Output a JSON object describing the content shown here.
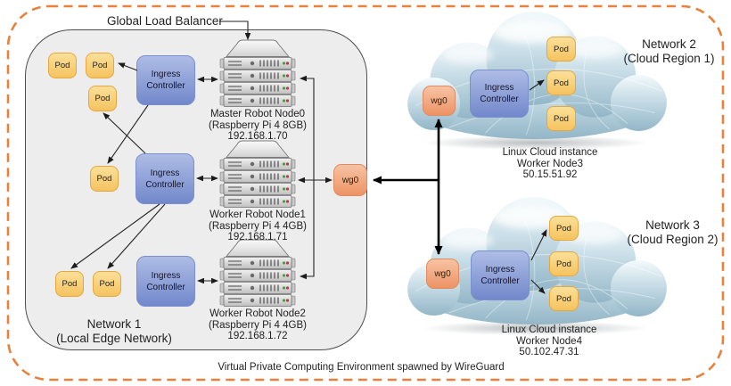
{
  "header": {
    "load_balancer": "Global Load Balancer"
  },
  "footer": {
    "caption": "Virtual Private Computing Environment spawned by WireGuard"
  },
  "colors": {
    "dashed_border": "#e8813b",
    "pod_fill": "#f8ce6f",
    "ingress_fill": "#8a9cd7",
    "wireguard_fill": "#f2a07a",
    "edge_network_fill": "#ededed",
    "cloud_fill": "#b9d0dc"
  },
  "network1": {
    "title1": "Network 1",
    "title2": "(Local Edge Network)",
    "pod": "Pod",
    "ingress1": "Ingress",
    "ingress2": "Controller",
    "wg": "wg0",
    "nodes": [
      {
        "name": "Master Robot Node0",
        "hw": "(Raspberry Pi 4 8GB)",
        "ip": "192.168.1.70"
      },
      {
        "name": "Worker Robot Node1",
        "hw": "(Raspberry Pi 4 4GB)",
        "ip": "192.168.1.71"
      },
      {
        "name": "Worker Robot Node2",
        "hw": "(Raspberry Pi 4 4GB)",
        "ip": "192.168.1.72"
      }
    ]
  },
  "network2": {
    "title1": "Network 2",
    "title2": "(Cloud Region 1)",
    "pod": "Pod",
    "ingress1": "Ingress",
    "ingress2": "Controller",
    "wg": "wg0",
    "instance": [
      "Linux Cloud instance",
      "Worker Node3",
      "50.15.51.92"
    ]
  },
  "network3": {
    "title1": "Network 3",
    "title2": "(Cloud Region 2)",
    "pod": "Pod",
    "ingress1": "Ingress",
    "ingress2": "Controller",
    "wg": "wg0",
    "instance": [
      "Linux Cloud instance",
      "Worker Node4",
      "50.102.47.31"
    ]
  }
}
